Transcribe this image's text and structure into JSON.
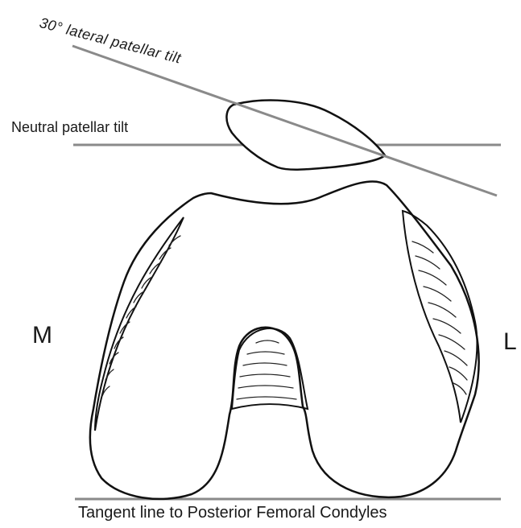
{
  "labels": {
    "lateral_tilt": "30° lateral patellar tilt",
    "neutral_tilt": "Neutral patellar tilt",
    "medial": "M",
    "lateral": "L",
    "tangent": "Tangent line to Posterior Femoral Condyles"
  },
  "colors": {
    "reference_lines": "#8a8a8a",
    "outline": "#111111",
    "background": "#ffffff"
  }
}
